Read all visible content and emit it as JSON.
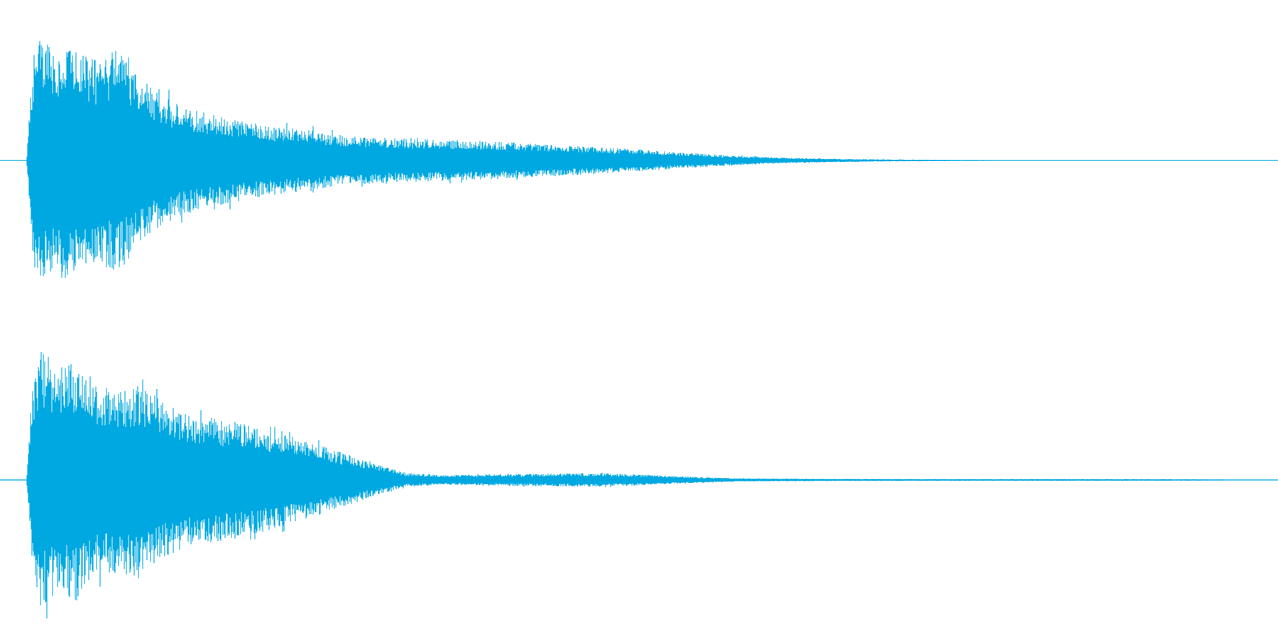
{
  "waveform": {
    "color": "#00a8e1",
    "channels": [
      {
        "id": "channel-1",
        "envelope": [
          [
            0.0,
            0.05
          ],
          [
            0.005,
            0.75
          ],
          [
            0.01,
            0.92
          ],
          [
            0.02,
            0.8
          ],
          [
            0.03,
            0.86
          ],
          [
            0.045,
            0.78
          ],
          [
            0.06,
            0.72
          ],
          [
            0.075,
            0.82
          ],
          [
            0.09,
            0.62
          ],
          [
            0.105,
            0.52
          ],
          [
            0.12,
            0.42
          ],
          [
            0.14,
            0.36
          ],
          [
            0.16,
            0.32
          ],
          [
            0.18,
            0.28
          ],
          [
            0.2,
            0.25
          ],
          [
            0.23,
            0.22
          ],
          [
            0.26,
            0.18
          ],
          [
            0.3,
            0.16
          ],
          [
            0.34,
            0.15
          ],
          [
            0.38,
            0.14
          ],
          [
            0.42,
            0.12
          ],
          [
            0.46,
            0.1
          ],
          [
            0.5,
            0.08
          ],
          [
            0.54,
            0.055
          ],
          [
            0.58,
            0.035
          ],
          [
            0.62,
            0.02
          ],
          [
            0.66,
            0.012
          ],
          [
            0.7,
            0.008
          ],
          [
            0.75,
            0.005
          ],
          [
            0.79,
            0.003
          ],
          [
            0.8,
            0.0
          ]
        ]
      },
      {
        "id": "channel-2",
        "envelope": [
          [
            0.0,
            0.05
          ],
          [
            0.005,
            0.7
          ],
          [
            0.012,
            0.95
          ],
          [
            0.025,
            0.82
          ],
          [
            0.04,
            0.88
          ],
          [
            0.055,
            0.72
          ],
          [
            0.07,
            0.68
          ],
          [
            0.085,
            0.7
          ],
          [
            0.1,
            0.64
          ],
          [
            0.115,
            0.55
          ],
          [
            0.13,
            0.48
          ],
          [
            0.15,
            0.46
          ],
          [
            0.17,
            0.42
          ],
          [
            0.19,
            0.38
          ],
          [
            0.21,
            0.33
          ],
          [
            0.23,
            0.28
          ],
          [
            0.25,
            0.22
          ],
          [
            0.27,
            0.16
          ],
          [
            0.29,
            0.1
          ],
          [
            0.31,
            0.05
          ],
          [
            0.34,
            0.035
          ],
          [
            0.38,
            0.04
          ],
          [
            0.42,
            0.045
          ],
          [
            0.46,
            0.05
          ],
          [
            0.5,
            0.04
          ],
          [
            0.54,
            0.025
          ],
          [
            0.58,
            0.012
          ],
          [
            0.65,
            0.008
          ],
          [
            0.75,
            0.006
          ],
          [
            0.85,
            0.006
          ],
          [
            0.95,
            0.005
          ],
          [
            0.985,
            0.003
          ],
          [
            0.99,
            0.0
          ]
        ]
      }
    ]
  }
}
